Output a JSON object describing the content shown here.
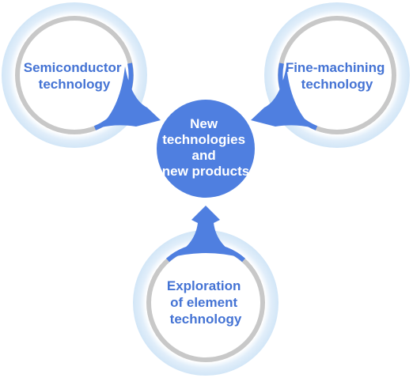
{
  "diagram": {
    "center": {
      "lines": [
        "New",
        "technologies",
        "and",
        "new products"
      ]
    },
    "nodes": [
      {
        "id": "semiconductor",
        "lines": [
          "Semiconductor",
          "technology"
        ]
      },
      {
        "id": "fine-machining",
        "lines": [
          "Fine-machining",
          "technology"
        ]
      },
      {
        "id": "exploration",
        "lines": [
          "Exploration",
          "of element",
          "technology"
        ]
      }
    ]
  },
  "colors": {
    "accent": "#4f7fe0",
    "accent_text": "#4473d4",
    "ring_gray": "#c8c8c8",
    "halo": "#e3f0fb",
    "halo_edge": "#cfe4f6"
  }
}
